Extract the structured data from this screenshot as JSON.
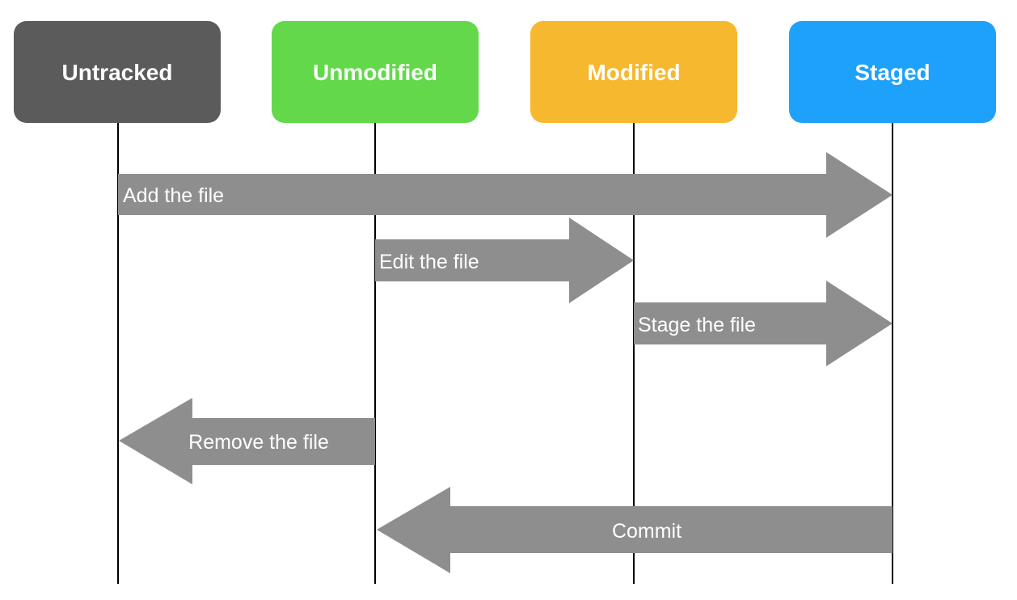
{
  "states": [
    {
      "id": "untracked",
      "label": "Untracked",
      "color": "#5b5b5b"
    },
    {
      "id": "unmodified",
      "label": "Unmodified",
      "color": "#62d84a"
    },
    {
      "id": "modified",
      "label": "Modified",
      "color": "#f6b82e"
    },
    {
      "id": "staged",
      "label": "Staged",
      "color": "#1ea1fb"
    }
  ],
  "transitions": [
    {
      "id": "add",
      "label": "Add the file",
      "from": "untracked",
      "to": "staged"
    },
    {
      "id": "edit",
      "label": "Edit the file",
      "from": "unmodified",
      "to": "modified"
    },
    {
      "id": "stage",
      "label": "Stage the file",
      "from": "modified",
      "to": "staged"
    },
    {
      "id": "remove",
      "label": "Remove the file",
      "from": "unmodified",
      "to": "untracked"
    },
    {
      "id": "commit",
      "label": "Commit",
      "from": "staged",
      "to": "unmodified"
    }
  ],
  "colors": {
    "arrow": "#8e8e8e",
    "lifeline": "#000000",
    "label_text": "#ffffff"
  }
}
